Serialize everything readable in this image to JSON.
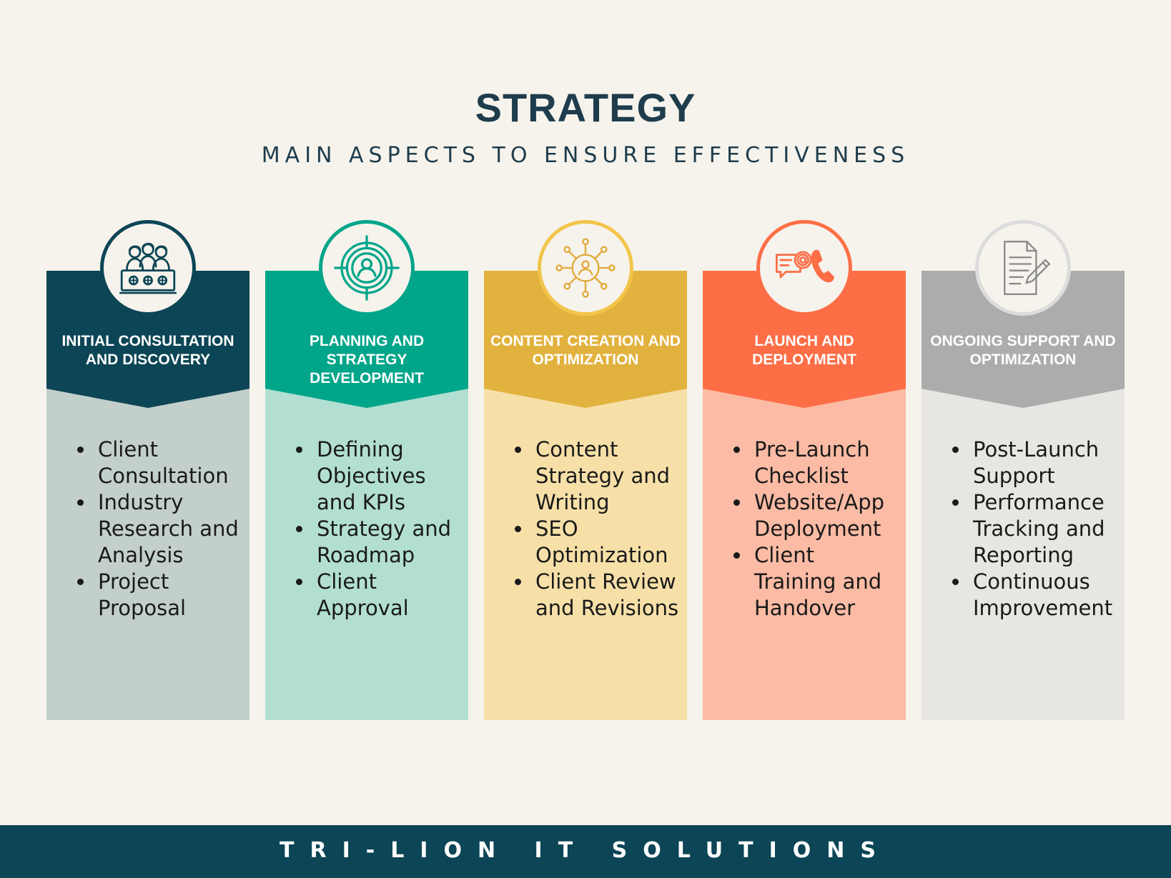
{
  "header": {
    "title": "STRATEGY",
    "subtitle": "MAIN ASPECTS TO ENSURE EFFECTIVENESS"
  },
  "columns": [
    {
      "label": "INITIAL CONSULTATION AND DISCOVERY",
      "icon": "team-meeting-icon",
      "head_color": "#0c4556",
      "body_color": "#c3cfcb",
      "items": [
        "Client Consultation",
        "Industry Research and Analysis",
        "Project Proposal"
      ]
    },
    {
      "label": "PLANNING AND STRATEGY DEVELOPMENT",
      "icon": "target-person-icon",
      "head_color": "#00a58a",
      "body_color": "#b2dfd2",
      "items": [
        "Defining Objectives and KPIs",
        "Strategy and Roadmap",
        "Client Approval"
      ]
    },
    {
      "label": "CONTENT CREATION AND OPTIMIZATION",
      "icon": "network-person-icon",
      "head_color": "#e2b23e",
      "body_color": "#f7e0a8",
      "items": [
        "Content Strategy and Writing",
        "SEO Optimization",
        "Client Review and Revisions"
      ]
    },
    {
      "label": "LAUNCH AND DEPLOYMENT",
      "icon": "email-phone-icon",
      "head_color": "#fd6e46",
      "body_color": "#fbbba4",
      "items": [
        "Pre-Launch Checklist",
        "Website/App Deployment",
        "Client Training and Handover"
      ]
    },
    {
      "label": "ONGOING SUPPORT AND OPTIMIZATION",
      "icon": "document-pen-icon",
      "head_color": "#acacac",
      "body_color": "#e8e6e2",
      "items": [
        "Post-Launch Support",
        "Performance Tracking and Reporting",
        "Continuous Improvement"
      ]
    }
  ],
  "footer": {
    "brand": "TRI-LION IT SOLUTIONS"
  }
}
